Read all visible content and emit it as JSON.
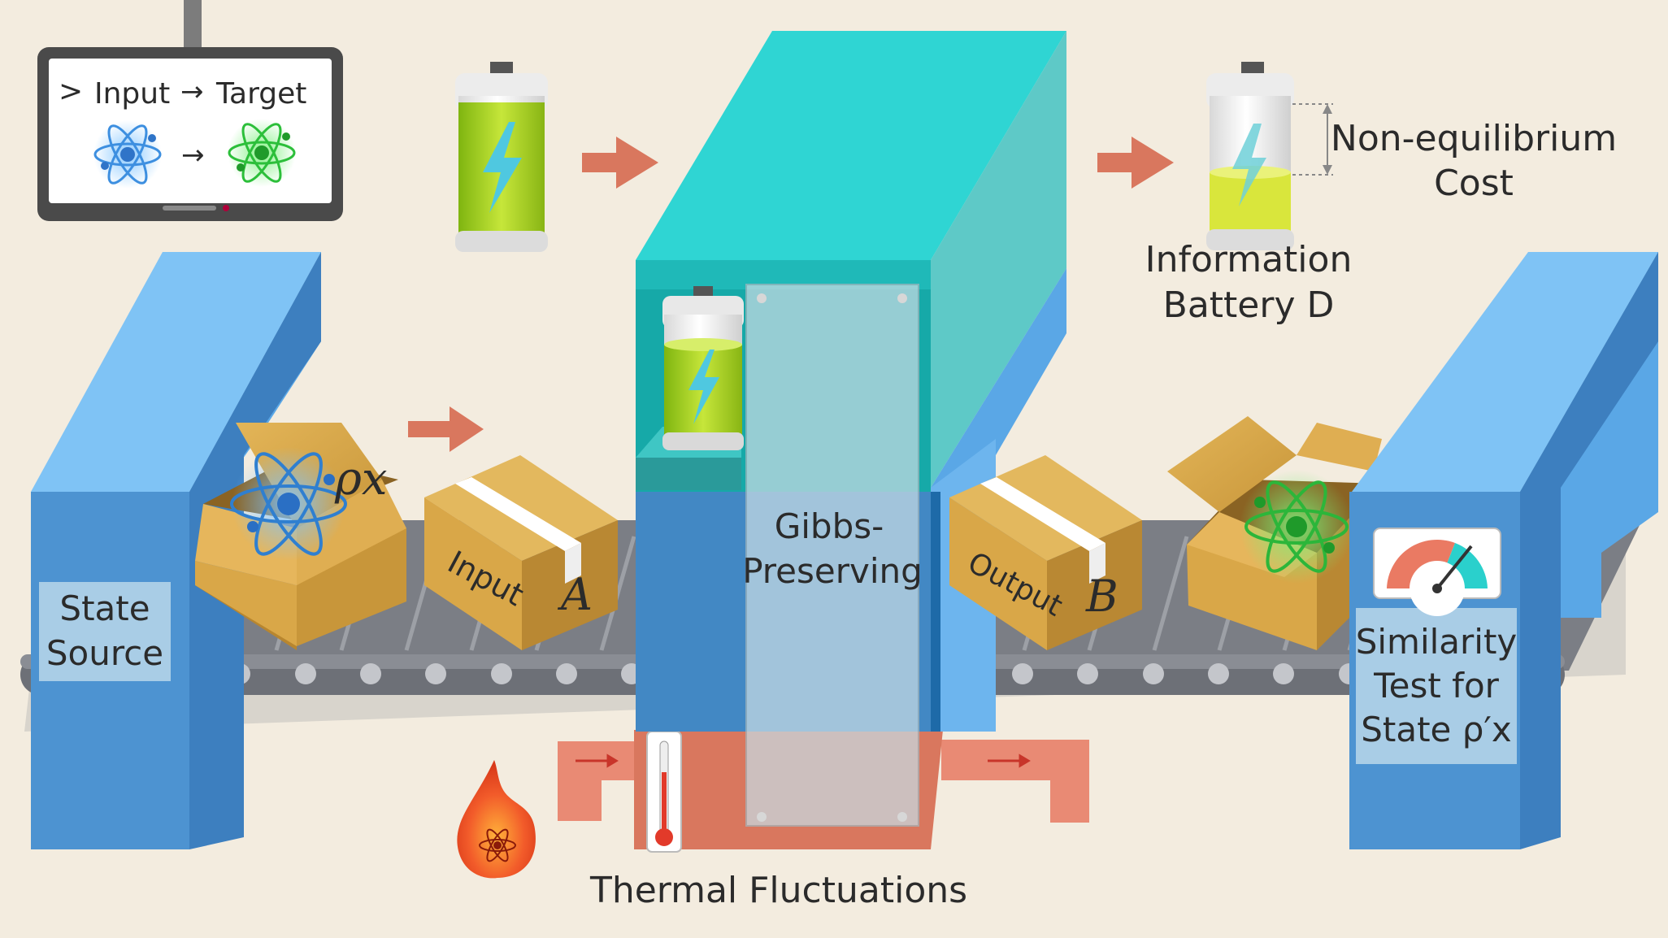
{
  "monitor": {
    "prompt": ">",
    "input_label": "Input",
    "arrow": "→",
    "target_label": "Target",
    "icons": [
      "atom-icon-blue",
      "atom-icon-green"
    ]
  },
  "labels": {
    "state_source_1": "State",
    "state_source_2": "Source",
    "rho_x": "ρx",
    "input_box": "Input",
    "input_var": "A",
    "gibbs_1": "Gibbs-",
    "gibbs_2": "Preserving",
    "output_box": "Output",
    "output_var": "B",
    "similarity_1": "Similarity",
    "similarity_2": "Test for",
    "similarity_3": "State ρ′x",
    "info_battery_1": "Information",
    "info_battery_2": "Battery D",
    "noneq_1": "Non-equilibrium",
    "noneq_2": "Cost",
    "thermal": "Thermal Fluctuations"
  },
  "batteries": {
    "input_charge": 1.0,
    "machine_charge": 0.75,
    "output_charge": 0.3
  },
  "colors": {
    "background": "#f3ecdf",
    "frame_blue": "#4d93d1",
    "machine_cyan": "#2fd5d3",
    "arrow": "#d9775e",
    "box": "#d9a748",
    "belt": "#7b7e85",
    "heat": "#e98a74",
    "battery_green": "#a8d61e"
  }
}
